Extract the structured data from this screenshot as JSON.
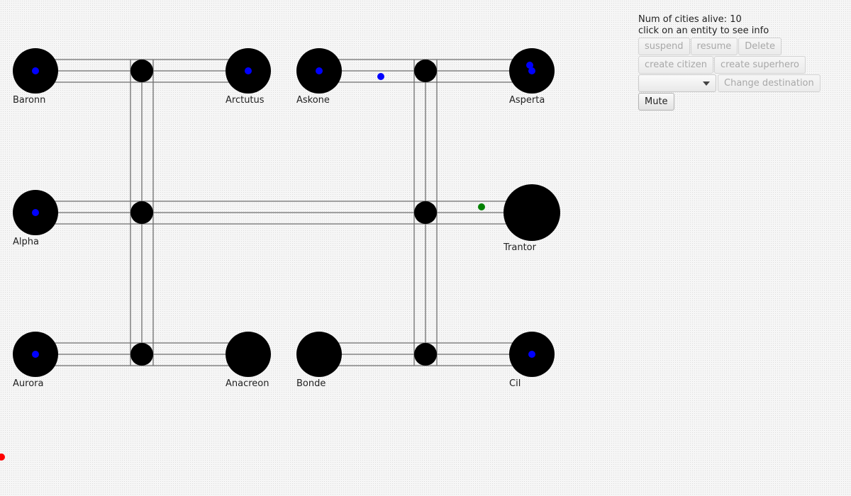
{
  "panel": {
    "cities_alive_label": "Num of cities alive: 10",
    "hint": "click on an entity to see info",
    "buttons": {
      "suspend": "suspend",
      "resume": "resume",
      "delete": "Delete",
      "create_citizen": "create citizen",
      "create_superhero": "create superhero",
      "change_destination": "Change destination",
      "mute": "Mute"
    },
    "destination_select": ""
  },
  "cities": {
    "baronn": "Baronn",
    "arctutus": "Arctutus",
    "askone": "Askone",
    "asperta": "Asperta",
    "alpha": "Alpha",
    "trantor": "Trantor",
    "aurora": "Aurora",
    "anacreon": "Anacreon",
    "bonde": "Bonde",
    "cil": "Cil"
  },
  "colors": {
    "city": "#000000",
    "road": "#6e6e6e",
    "citizen": "#0000ff",
    "superhero": "#008000",
    "marker": "#ff0000"
  }
}
